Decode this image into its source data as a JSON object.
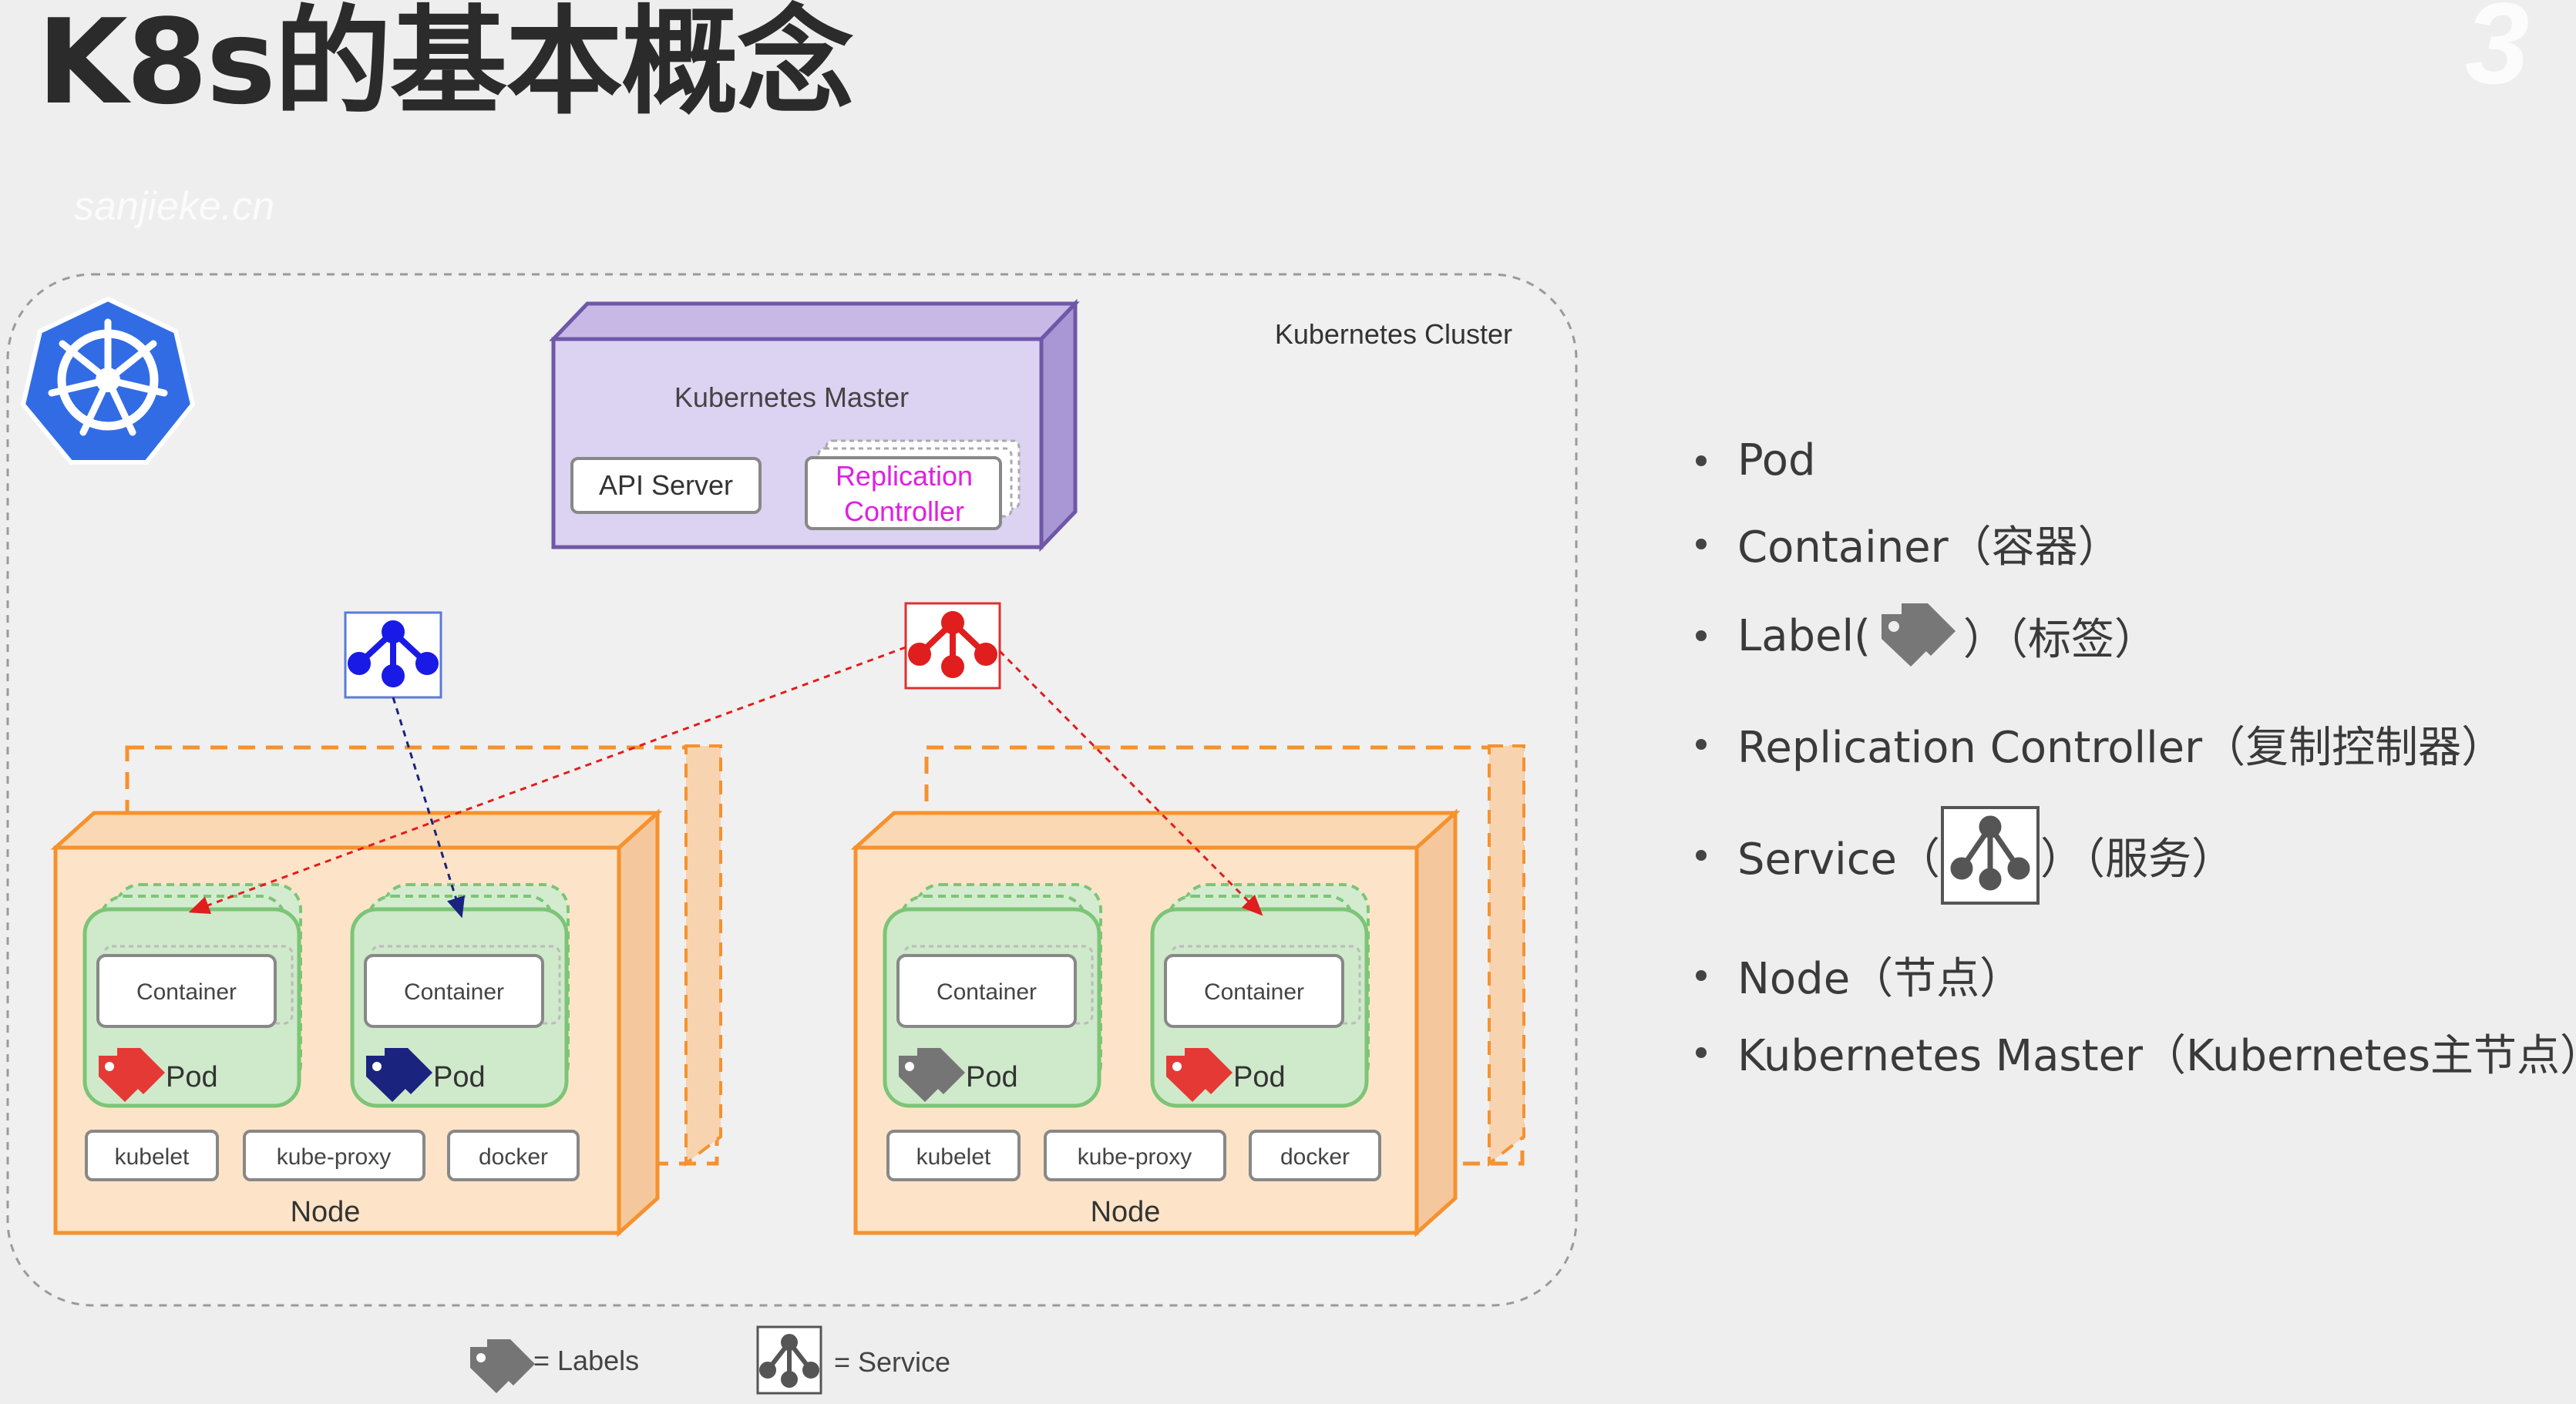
{
  "title": "K8s的基本概念",
  "watermark": {
    "brand_text": "sanjieke.cn",
    "corner_text": "3"
  },
  "diagram": {
    "cluster_label": "Kubernetes Cluster",
    "master": {
      "title": "Kubernetes Master",
      "api_server": "API Server",
      "replication_controller_line1": "Replication",
      "replication_controller_line2": "Controller"
    },
    "nodes": [
      {
        "label": "Node",
        "pods": [
          {
            "container": "Container",
            "label": "Pod",
            "tag_color": "#e53935"
          },
          {
            "container": "Container",
            "label": "Pod",
            "tag_color": "#1a237e"
          }
        ],
        "components": [
          "kubelet",
          "kube-proxy",
          "docker"
        ]
      },
      {
        "label": "Node",
        "pods": [
          {
            "container": "Container",
            "label": "Pod",
            "tag_color": "#757575"
          },
          {
            "container": "Container",
            "label": "Pod",
            "tag_color": "#e53935"
          }
        ],
        "components": [
          "kubelet",
          "kube-proxy",
          "docker"
        ]
      }
    ],
    "legend": {
      "labels": "= Labels",
      "service": "= Service"
    },
    "colors": {
      "master_fill": "#d9cdf0",
      "master_border": "#7a62b3",
      "node_fill": "#fde2c4",
      "node_border": "#f5922f",
      "pod_fill": "#d3ecd0",
      "pod_border": "#7cc576",
      "service_blue": "#1a1ae6",
      "service_red": "#e01e1e",
      "logo_blue": "#326ce5"
    }
  },
  "concepts": {
    "pod": "Pod",
    "container": "Container（容器）",
    "label_prefix": "Label(",
    "label_suffix": "）（标签）",
    "replication_controller": "Replication Controller（复制控制器）",
    "service_prefix": "Service（",
    "service_suffix": "）（服务）",
    "node": "Node（节点）",
    "kubernetes_master": "Kubernetes Master（Kubernetes主节点）"
  }
}
